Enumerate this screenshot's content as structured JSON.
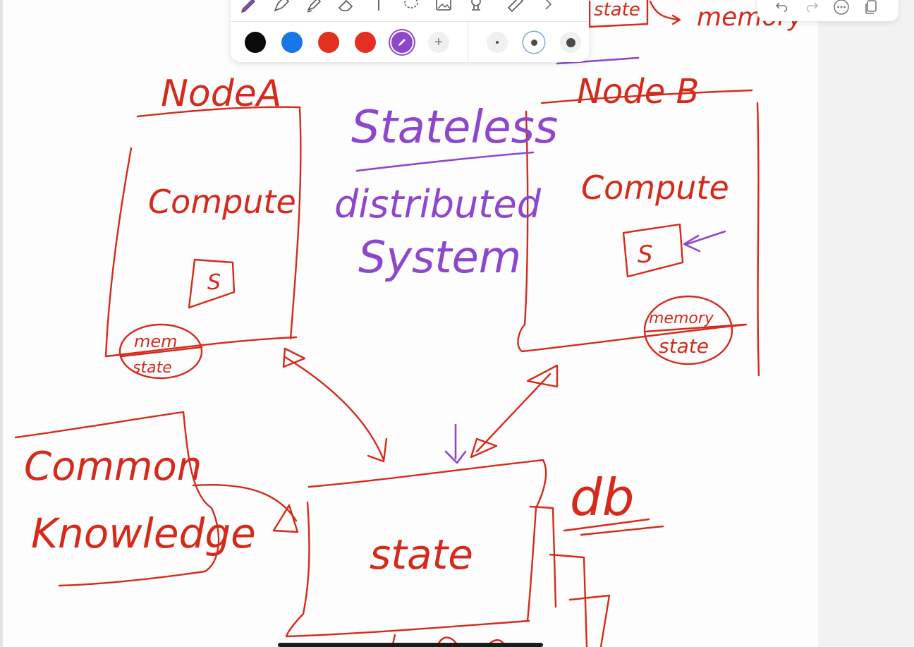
{
  "canvas": {
    "ink_red": "#d52a1b",
    "ink_purple": "#8e47cc",
    "labels": {
      "node_a_title": "NodeA",
      "node_a_compute": "Compute",
      "node_a_box": "S",
      "node_a_mem": "mem",
      "node_a_state": "state",
      "node_b_title": "Node B",
      "node_b_compute": "Compute",
      "node_b_box": "S",
      "node_b_mem": "memory",
      "node_b_state": "state",
      "stateless": "Stateless",
      "distributed": "distributed",
      "system": "System",
      "common": "Common",
      "knowledge": "Knowledge",
      "state_store": "state",
      "db": "db",
      "top_right_note": "memory",
      "top_partial_box": "state"
    }
  },
  "toolbar": {
    "tools": [
      "pencil-icon",
      "pen-icon",
      "highlighter-icon",
      "eraser-icon",
      "text-tool-icon",
      "lasso-icon",
      "image-icon",
      "stamp-icon",
      "ruler-icon",
      "chevron-right-icon"
    ],
    "colors": [
      {
        "name": "black",
        "hex": "#0a0a0a"
      },
      {
        "name": "blue",
        "hex": "#1877e8"
      },
      {
        "name": "red",
        "hex": "#e2301f"
      },
      {
        "name": "red-2",
        "hex": "#e52f20"
      },
      {
        "name": "purple",
        "hex": "#8e47cc",
        "selected": true
      }
    ],
    "add_label": "+",
    "sizes": [
      "small",
      "medium",
      "large"
    ],
    "selected_size": "medium"
  },
  "actions": [
    "undo-icon",
    "redo-icon",
    "more-icon",
    "pages-icon"
  ]
}
